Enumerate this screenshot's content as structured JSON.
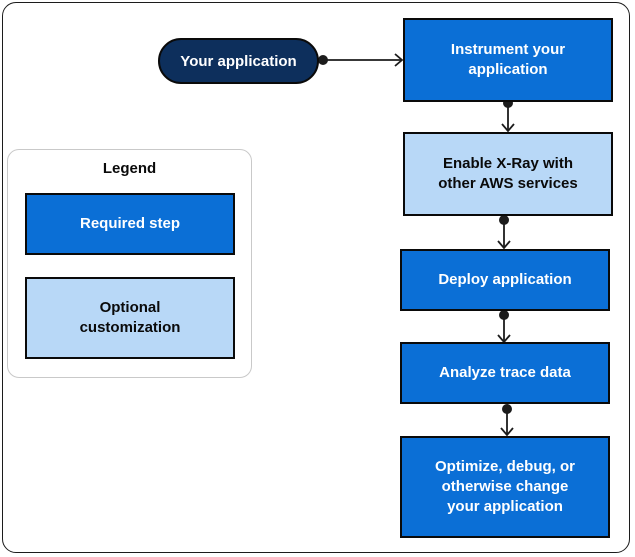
{
  "nodes": {
    "start": "Your application",
    "instrument": "Instrument your\napplication",
    "enable_xray": "Enable X-Ray with\nother AWS services",
    "deploy": "Deploy application",
    "analyze": "Analyze trace data",
    "optimize": "Optimize, debug, or\notherwise change\nyour application"
  },
  "legend": {
    "title": "Legend",
    "required_label": "Required step",
    "optional_label": "Optional\ncustomization"
  },
  "colors": {
    "required": "#0b6fd6",
    "optional": "#b8d8f7",
    "start": "#0d2f5c"
  }
}
